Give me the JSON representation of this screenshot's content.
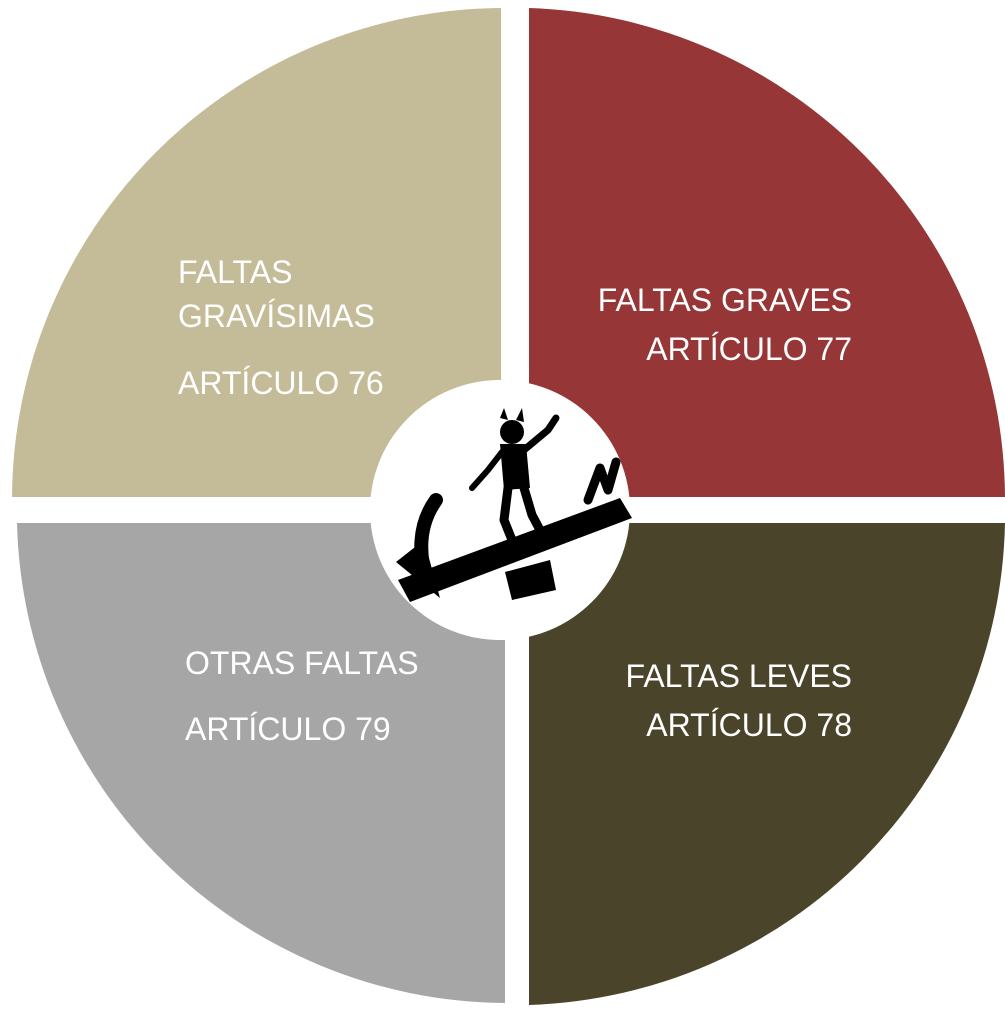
{
  "quadrants": {
    "top_left": {
      "lines": [
        "FALTAS",
        "GRAVÍSIMAS",
        "ARTÍCULO 76"
      ],
      "color": "#c4bc98",
      "text_color": "#ffffff"
    },
    "top_right": {
      "lines": [
        "FALTAS GRAVES",
        "ARTÍCULO 77"
      ],
      "color": "#963636",
      "text_color": "#ffffff"
    },
    "bottom_left": {
      "lines": [
        "OTRAS FALTAS",
        "ARTÍCULO 79"
      ],
      "color": "#a6a6a6",
      "text_color": "#ffffff"
    },
    "bottom_right": {
      "lines": [
        "FALTAS LEVES",
        "ARTÍCULO 78"
      ],
      "color": "#4a442a",
      "text_color": "#ffffff"
    }
  },
  "center": {
    "icon": "seesaw-figure-icon",
    "background": "#ffffff",
    "ink": "#000000"
  }
}
